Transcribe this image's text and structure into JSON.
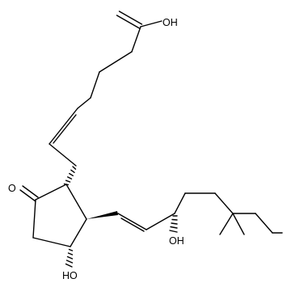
{
  "molecule": {
    "labels": {
      "carboxyl": "OH",
      "ketone": "O",
      "ring_hydroxyl": "HO",
      "chain_hydroxyl": "OH"
    }
  }
}
